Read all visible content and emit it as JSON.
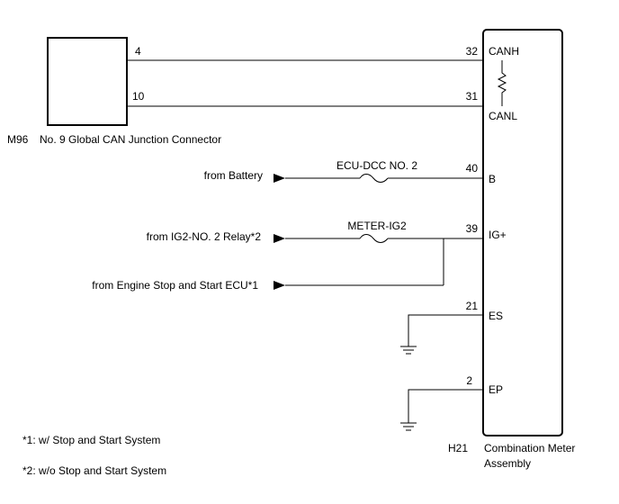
{
  "junction_connector": {
    "code": "M96",
    "name": "No. 9 Global CAN Junction Connector",
    "pin_canh": "4",
    "pin_canl": "10"
  },
  "meter": {
    "code": "H21",
    "name_line1": "Combination Meter",
    "name_line2": "Assembly"
  },
  "terminals": {
    "canh": {
      "pin": "32",
      "label": "CANH"
    },
    "canl": {
      "pin": "31",
      "label": "CANL"
    },
    "b": {
      "pin": "40",
      "label": "B"
    },
    "ig": {
      "pin": "39",
      "label": "IG+"
    },
    "es": {
      "pin": "21",
      "label": "ES"
    },
    "ep": {
      "pin": "2",
      "label": "EP"
    }
  },
  "fuses": {
    "ecu_dcc": "ECU-DCC NO. 2",
    "meter_ig2": "METER-IG2"
  },
  "sources": {
    "battery": "from Battery",
    "ig2_relay": "from IG2-NO. 2 Relay*2",
    "engine_ecu": "from Engine Stop and Start ECU*1"
  },
  "notes": {
    "note1": "*1: w/ Stop and Start System",
    "note2": "*2: w/o Stop and Start System"
  }
}
